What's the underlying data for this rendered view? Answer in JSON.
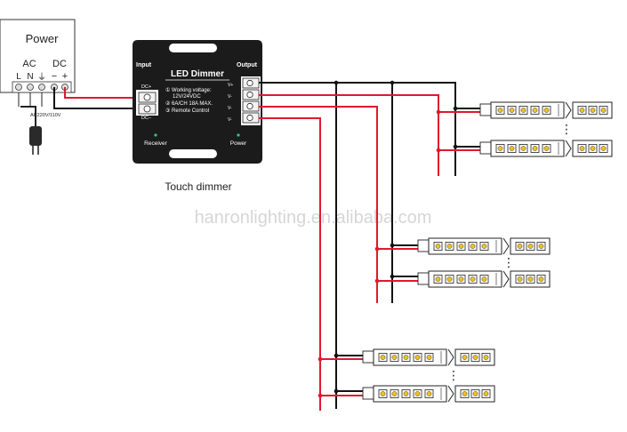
{
  "power_supply": {
    "title": "Power",
    "ac_label": "AC",
    "dc_label": "DC",
    "terminals": [
      "L",
      "N",
      "⏚",
      "−",
      "+"
    ],
    "input_note": "AC220V/110V"
  },
  "controller": {
    "input_label": "Input",
    "output_label": "Output",
    "title": "LED Dimmer",
    "dc_plus": "DC+",
    "dc_minus": "DC−",
    "out_pins": [
      "V+",
      "V-",
      "V-",
      "V-"
    ],
    "spec_lines": [
      "① Working voltage:",
      "12V/24VDC",
      "② 6A/CH 18A MAX.",
      "③ Remote Control"
    ],
    "receiver_label": "Receiver",
    "power_label": "Power"
  },
  "caption": "Touch dimmer",
  "watermark": "hanronlighting.en.alibaba.com",
  "ellipsis": "⋮",
  "colors": {
    "wire_positive": "#e0182f",
    "wire_negative": "#111111",
    "controller_body": "#1b1b1b",
    "strip_led": "#f0c020"
  }
}
